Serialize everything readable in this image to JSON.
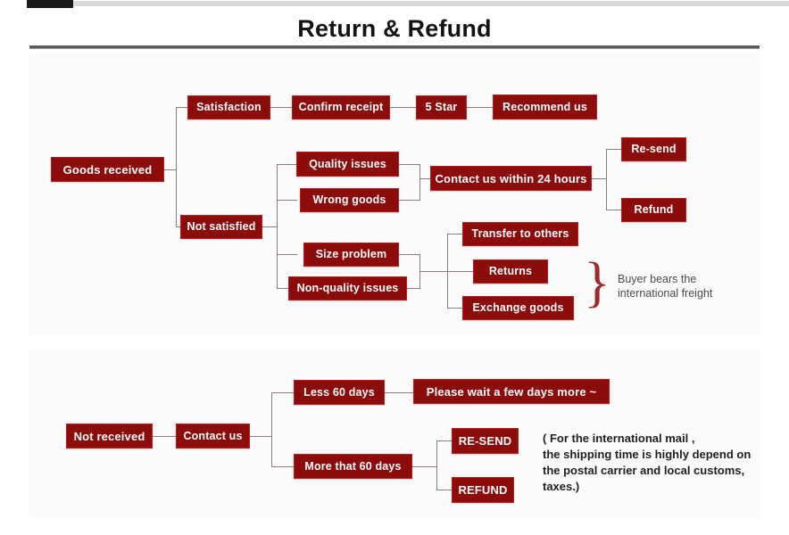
{
  "document": {
    "title": "Return & Refund"
  },
  "section_goods_received": {
    "nodes": {
      "goods_received": "Goods received",
      "satisfaction": "Satisfaction",
      "confirm_receipt": "Confirm receipt",
      "five_star": "5 Star",
      "recommend_us": "Recommend us",
      "not_satisfied": "Not satisfied",
      "quality_issues": "Quality issues",
      "wrong_goods": "Wrong goods",
      "contact_24h": "Contact us within 24 hours",
      "resend": "Re-send",
      "refund": "Refund",
      "size_problem": "Size problem",
      "non_quality_issues": "Non-quality issues",
      "transfer_to_others": "Transfer to others",
      "returns": "Returns",
      "exchange_goods": "Exchange goods"
    },
    "annotation": {
      "brace": "}",
      "text": "Buyer bears the\ninternational freight"
    }
  },
  "section_not_received": {
    "nodes": {
      "not_received": "Not received",
      "contact_us": "Contact us",
      "less_60_days": "Less 60 days",
      "please_wait": "Please wait a few days more ~",
      "more_that_60_days": "More that 60 days",
      "resend": "RE-SEND",
      "refund": "REFUND"
    },
    "annotation": {
      "text": "( For the international mail ,\nthe shipping time is highly depend on\nthe postal carrier and local customs,\ntaxes.)"
    }
  },
  "colors": {
    "node_fill": "#8c0b0b",
    "node_border": "#b52020",
    "node_text": "#ffffff",
    "connector": "#8d7b79",
    "panel_bg": "#fbfbfb",
    "page_bg": "#ffffff",
    "title_text": "#131313",
    "brace": "#9e2b2b",
    "note_text": "#4a4a4a",
    "note_strong_text": "#1f1f1f"
  }
}
